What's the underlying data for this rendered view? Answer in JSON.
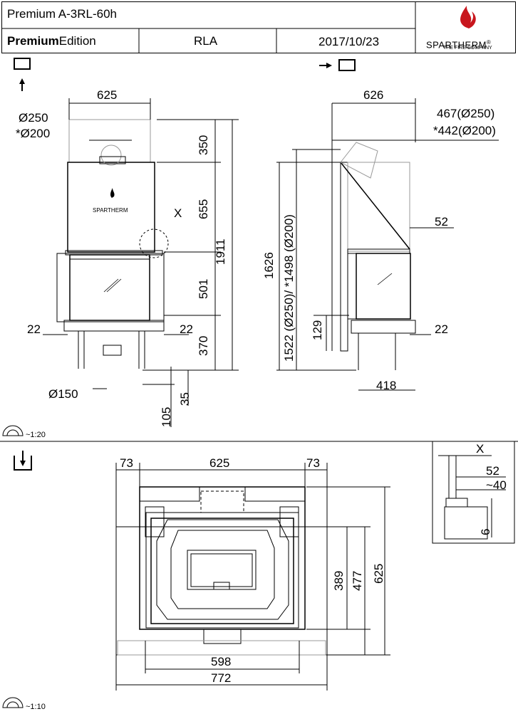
{
  "header": {
    "model": "Premium A-3RL-60h",
    "edition_bold": "Premium",
    "edition_rest": "Edition",
    "variant": "RLA",
    "date": "2017/10/23",
    "brand": "SPARTHERM",
    "brand_reg": "®",
    "tagline": "THE FIRE COMPANY"
  },
  "front_view": {
    "width": "625",
    "flue_main": "Ø250",
    "flue_alt": "*Ø200",
    "h_top": "350",
    "h_body": "655",
    "h_total": "1911",
    "h_glass": "501",
    "h_base": "370",
    "side_left": "22",
    "side_right": "22",
    "detail_ref": "X",
    "inlet": "Ø150",
    "foot_35": "35",
    "foot_105": "105",
    "plate_logo": "SPARTHERM"
  },
  "side_view": {
    "depth": "626",
    "offset_main": "467(Ø250)",
    "offset_alt": "*442(Ø200)",
    "h_total": "1626",
    "h_flue": "1522 (Ø250)/ *1498 (Ø200)",
    "h_129": "129",
    "gap_52": "52",
    "gap_22": "22",
    "base_depth": "418"
  },
  "plan_view": {
    "left_73": "73",
    "width": "625",
    "right_73": "73",
    "d_389": "389",
    "d_477": "477",
    "d_625": "625",
    "w_598": "598",
    "w_772": "772"
  },
  "detail": {
    "title": "X",
    "d_52": "52",
    "d_40": "~40",
    "d_6": "6"
  },
  "scales": {
    "top": "~1:20",
    "bottom": "~1:10"
  }
}
